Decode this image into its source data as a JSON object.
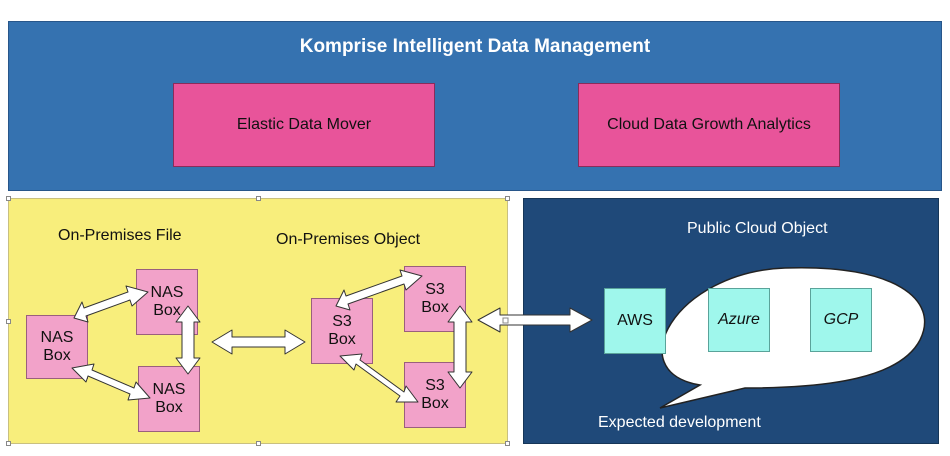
{
  "title": "Komprise Intelligent Data Management",
  "modules": [
    {
      "label": "Elastic Data Mover"
    },
    {
      "label": "Cloud Data Growth Analytics"
    }
  ],
  "onprem_file": {
    "label": "On-Premises File",
    "boxes": [
      "NAS\nBox",
      "NAS\nBox",
      "NAS\nBox"
    ]
  },
  "onprem_object": {
    "label": "On-Premises Object",
    "boxes": [
      "S3\nBox",
      "S3\nBox",
      "S3\nBox"
    ]
  },
  "public_cloud": {
    "label": "Public Cloud Object",
    "providers": [
      "AWS",
      "Azure",
      "GCP"
    ],
    "callout_label": "Expected development"
  },
  "colors": {
    "top_panel": "#3572b0",
    "module": "#e8549a",
    "onprem_panel": "#f8ee7c",
    "cloud_panel": "#1f4979",
    "storage_box": "#f2a2c9",
    "provider_box": "#9ff7ec"
  }
}
